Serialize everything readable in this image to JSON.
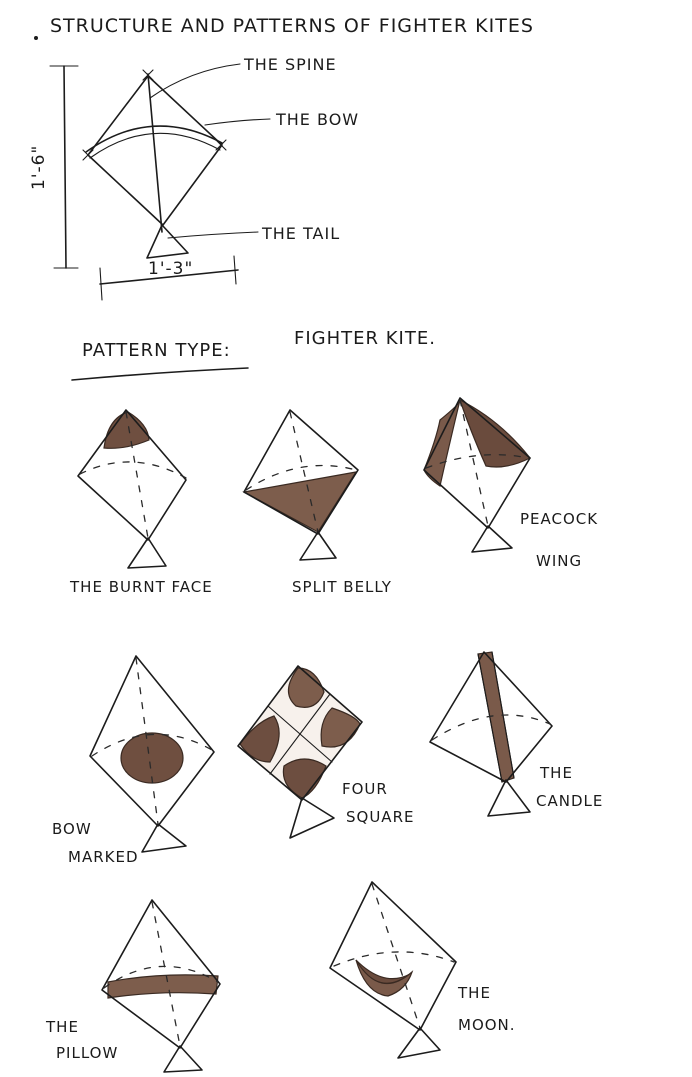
{
  "title": "STRUCTURE AND PATTERNS OF FIGHTER KITES",
  "structure": {
    "spine_label": "THE SPINE",
    "bow_label": "THE BOW",
    "tail_label": "THE TAIL",
    "height_label": "1'-6\"",
    "width_label": "1'-3\""
  },
  "pattern_heading": {
    "label": "PATTERN TYPE:",
    "value": "FIGHTER KITE."
  },
  "patterns": [
    {
      "line1": "THE BURNT FACE",
      "line2": ""
    },
    {
      "line1": "SPLIT BELLY",
      "line2": ""
    },
    {
      "line1": "PEACOCK",
      "line2": "WING"
    },
    {
      "line1": "BOW",
      "line2": "MARKED"
    },
    {
      "line1": "FOUR",
      "line2": "SQUARE"
    },
    {
      "line1": "THE",
      "line2": "CANDLE"
    },
    {
      "line1": "THE",
      "line2": "PILLOW"
    },
    {
      "line1": "THE",
      "line2": "MOON."
    }
  ],
  "colors": {
    "ink": "#1c1c1c",
    "wash": "#7a5a4a",
    "wash_dark": "#5e4236",
    "paper": "#ffffff"
  }
}
